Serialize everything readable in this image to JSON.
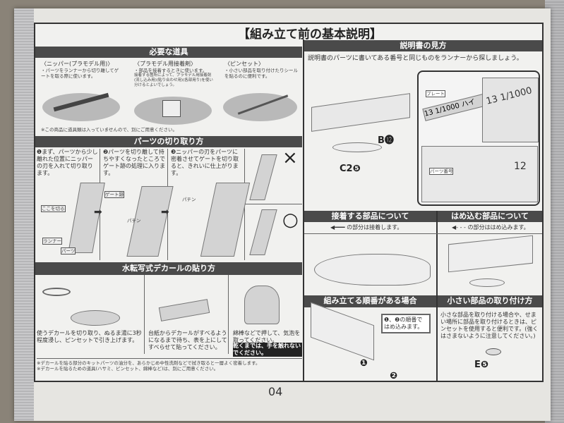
{
  "title": "【組み立て前の基本説明】",
  "tools": {
    "header": "必要な道具",
    "items": [
      {
        "name": "〈ニッパー(プラモデル用)〉",
        "desc": "・パーツをランナーから切り離してゲートを取る際に使います。"
      },
      {
        "name": "〈プラモデル用接着剤〉",
        "desc": "・部品を接着するときに使います。",
        "note": "接着する箇所によって、プラモデル用接着剤(流し込み用)(貼り合わせ用)(各部用り)を使い分けるとよいでしょう。"
      },
      {
        "name": "〈ピンセット〉",
        "desc": "・小さい部品を取り付けたりシールを貼るのに便利です。"
      }
    ],
    "footnote": "※この商品に道具類は入っていませんので、別にご用意ください。"
  },
  "cutting": {
    "header": "パーツの切り取り方",
    "steps": [
      "❶まず、パーツから少し離れた位置にニッパーの刃を入れて切り取ります。",
      "❷パーツを切り離して持ちやすくなったところでゲート跡の処理に入ります。",
      "❸ニッパーの刃をパーツに密着させてゲートを切り取ると、きれいに仕上がります。"
    ],
    "labels": {
      "cut_here": "ここを切る",
      "part": "パーツ",
      "runner": "ランナー",
      "gate": "ゲート跡",
      "snap1": "パチン",
      "snap2": "パチン"
    },
    "bad": "×",
    "good": "○"
  },
  "decal": {
    "header": "水転写式デカールの貼り方",
    "steps": [
      "使うデカールを切り取り、ぬるま湯に3秒程度浸し、ピンセットで引き上げます。",
      "台紙からデカールがすべるようになるまで待ち、表を上にしてすべらせて貼ってください。",
      "綿棒などで押して、気泡を取ってください。"
    ],
    "warning": "乾くまでは、手を触れないでください。",
    "notes": [
      "※デカールを貼る部分のキットパーツの油分を、あらかじめ中性洗剤などで拭き取ると一層よく密着します。",
      "※デカールを貼るための道具(ハサミ、ピンセット、綿棒など)は、別にご用意ください。"
    ]
  },
  "manual": {
    "header": "説明書の見方",
    "text": "説明書のパーツに書いてある番号と同じものをランナーから探しましょう。",
    "plate_label": "プレート",
    "runner_text1": "13 1/1000 ハイ",
    "runner_text2": "13 1/1000",
    "part_number_label": "パーツ番号",
    "callout1": "B⓬",
    "callout2": "C2❺",
    "num12": "12"
  },
  "glue": {
    "header": "接着する部品について",
    "legend": "の部分は接着します。"
  },
  "snap": {
    "header": "はめ込む部品について",
    "legend": "の部分ははめ込みます。"
  },
  "order": {
    "header": "組み立てる順番がある場合",
    "note": "❶、❷の順番ではめ込みます。",
    "n1": "❶",
    "n2": "❷"
  },
  "small_parts": {
    "header": "小さい部品の取り付け方",
    "text": "小さな部品を取り付ける場合や、せまい場所に部品を取り付けるときは、ピンセットを使用すると便利です。(強くはさまないように注意してください。)",
    "callout": "E❺"
  },
  "page_number": "04"
}
